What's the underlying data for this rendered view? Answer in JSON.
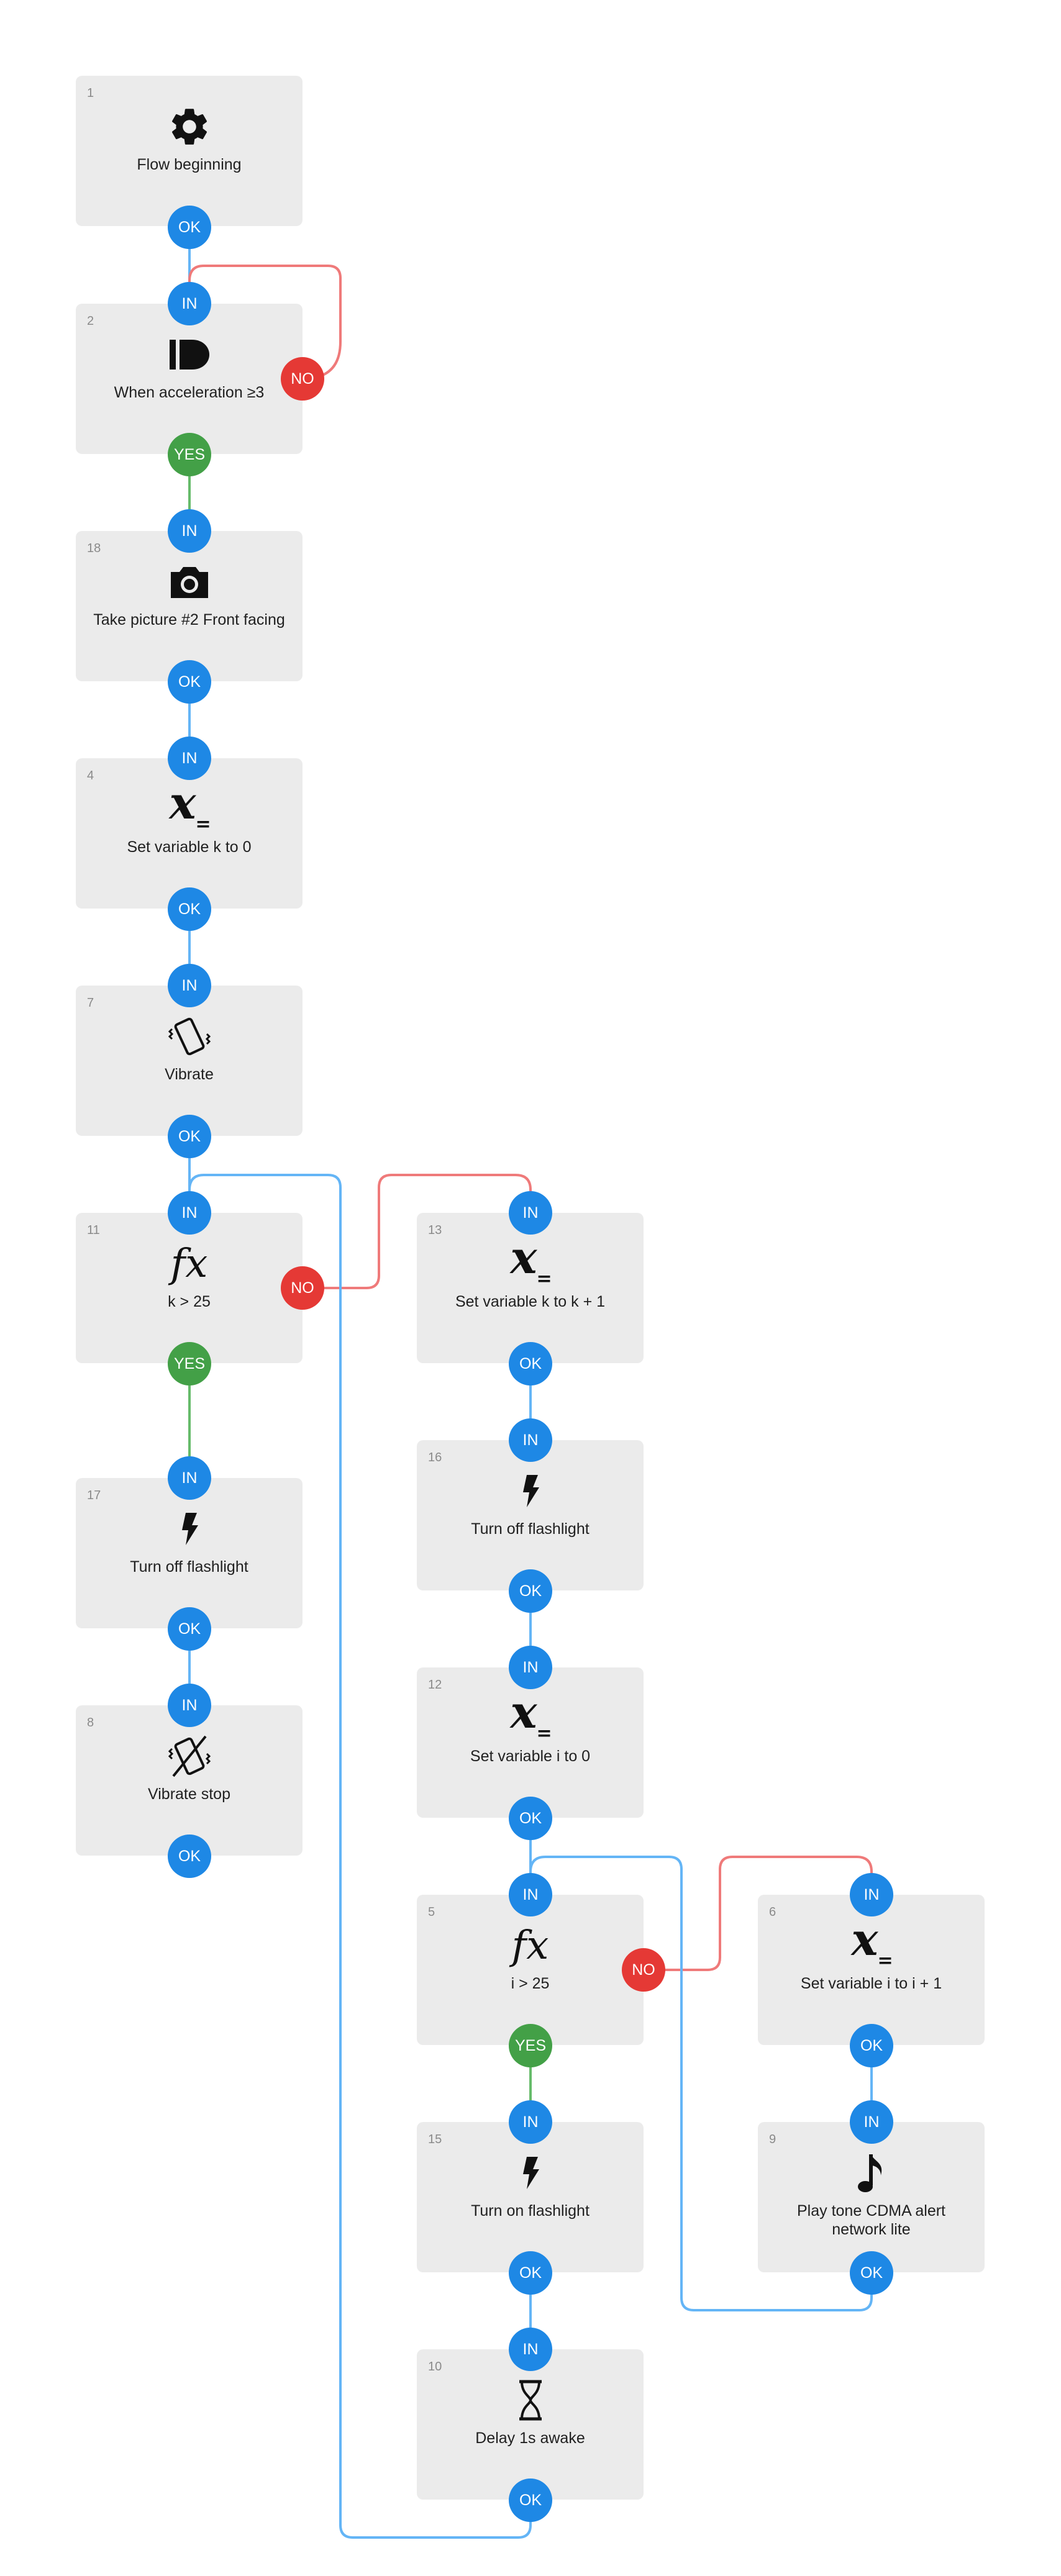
{
  "colors": {
    "node_bg": "#ebebeb",
    "port_blue": "#1e88e5",
    "port_green": "#43a047",
    "port_red": "#e53935",
    "wire_blue": "#64b5f6",
    "wire_green": "#66bb6a",
    "wire_red": "#ef7a7a"
  },
  "nodes": [
    {
      "id": "n1",
      "number": "1",
      "icon": "gear-icon",
      "label": "Flow beginning"
    },
    {
      "id": "n2",
      "number": "2",
      "icon": "acceleration-icon",
      "label": "When acceleration ≥3"
    },
    {
      "id": "n18",
      "number": "18",
      "icon": "camera-icon",
      "label": "Take picture #2 Front facing"
    },
    {
      "id": "n4",
      "number": "4",
      "icon": "set-variable-icon",
      "label": "Set variable k to 0"
    },
    {
      "id": "n7",
      "number": "7",
      "icon": "vibrate-icon",
      "label": "Vibrate"
    },
    {
      "id": "n11",
      "number": "11",
      "icon": "function-icon",
      "label": "k > 25"
    },
    {
      "id": "n17",
      "number": "17",
      "icon": "flash-icon",
      "label": "Turn off flashlight"
    },
    {
      "id": "n8",
      "number": "8",
      "icon": "vibrate-off-icon",
      "label": "Vibrate stop"
    },
    {
      "id": "n13",
      "number": "13",
      "icon": "set-variable-icon",
      "label": "Set variable k to k + 1"
    },
    {
      "id": "n16",
      "number": "16",
      "icon": "flash-icon",
      "label": "Turn off flashlight"
    },
    {
      "id": "n12",
      "number": "12",
      "icon": "set-variable-icon",
      "label": "Set variable i to 0"
    },
    {
      "id": "n5",
      "number": "5",
      "icon": "function-icon",
      "label": "i > 25"
    },
    {
      "id": "n15",
      "number": "15",
      "icon": "flash-icon",
      "label": "Turn on flashlight"
    },
    {
      "id": "n10",
      "number": "10",
      "icon": "hourglass-icon",
      "label": "Delay 1s awake"
    },
    {
      "id": "n6",
      "number": "6",
      "icon": "set-variable-icon",
      "label": "Set variable i to i + 1"
    },
    {
      "id": "n9",
      "number": "9",
      "icon": "music-note-icon",
      "label": "Play tone CDMA alert network lite"
    }
  ],
  "port_labels": {
    "ok": "OK",
    "in": "IN",
    "yes": "YES",
    "no": "NO"
  },
  "icon_glyphs": {
    "function": "fx",
    "variable": "x",
    "equals": "="
  },
  "connections": [
    {
      "from": "n1.ok",
      "to": "n2.in",
      "kind": "ok"
    },
    {
      "from": "n2.no",
      "to": "n2.in",
      "kind": "no"
    },
    {
      "from": "n2.yes",
      "to": "n18.in",
      "kind": "yes"
    },
    {
      "from": "n18.ok",
      "to": "n4.in",
      "kind": "ok"
    },
    {
      "from": "n4.ok",
      "to": "n7.in",
      "kind": "ok"
    },
    {
      "from": "n7.ok",
      "to": "n11.in",
      "kind": "ok"
    },
    {
      "from": "n11.no",
      "to": "n13.in",
      "kind": "no"
    },
    {
      "from": "n11.yes",
      "to": "n17.in",
      "kind": "yes"
    },
    {
      "from": "n17.ok",
      "to": "n8.in",
      "kind": "ok"
    },
    {
      "from": "n13.ok",
      "to": "n16.in",
      "kind": "ok"
    },
    {
      "from": "n16.ok",
      "to": "n12.in",
      "kind": "ok"
    },
    {
      "from": "n12.ok",
      "to": "n5.in",
      "kind": "ok"
    },
    {
      "from": "n5.no",
      "to": "n6.in",
      "kind": "no"
    },
    {
      "from": "n5.yes",
      "to": "n15.in",
      "kind": "yes"
    },
    {
      "from": "n15.ok",
      "to": "n10.in",
      "kind": "ok"
    },
    {
      "from": "n6.ok",
      "to": "n9.in",
      "kind": "ok"
    },
    {
      "from": "n9.ok",
      "to": "n5.in",
      "kind": "ok"
    },
    {
      "from": "n10.ok",
      "to": "n11.in",
      "kind": "ok"
    }
  ]
}
